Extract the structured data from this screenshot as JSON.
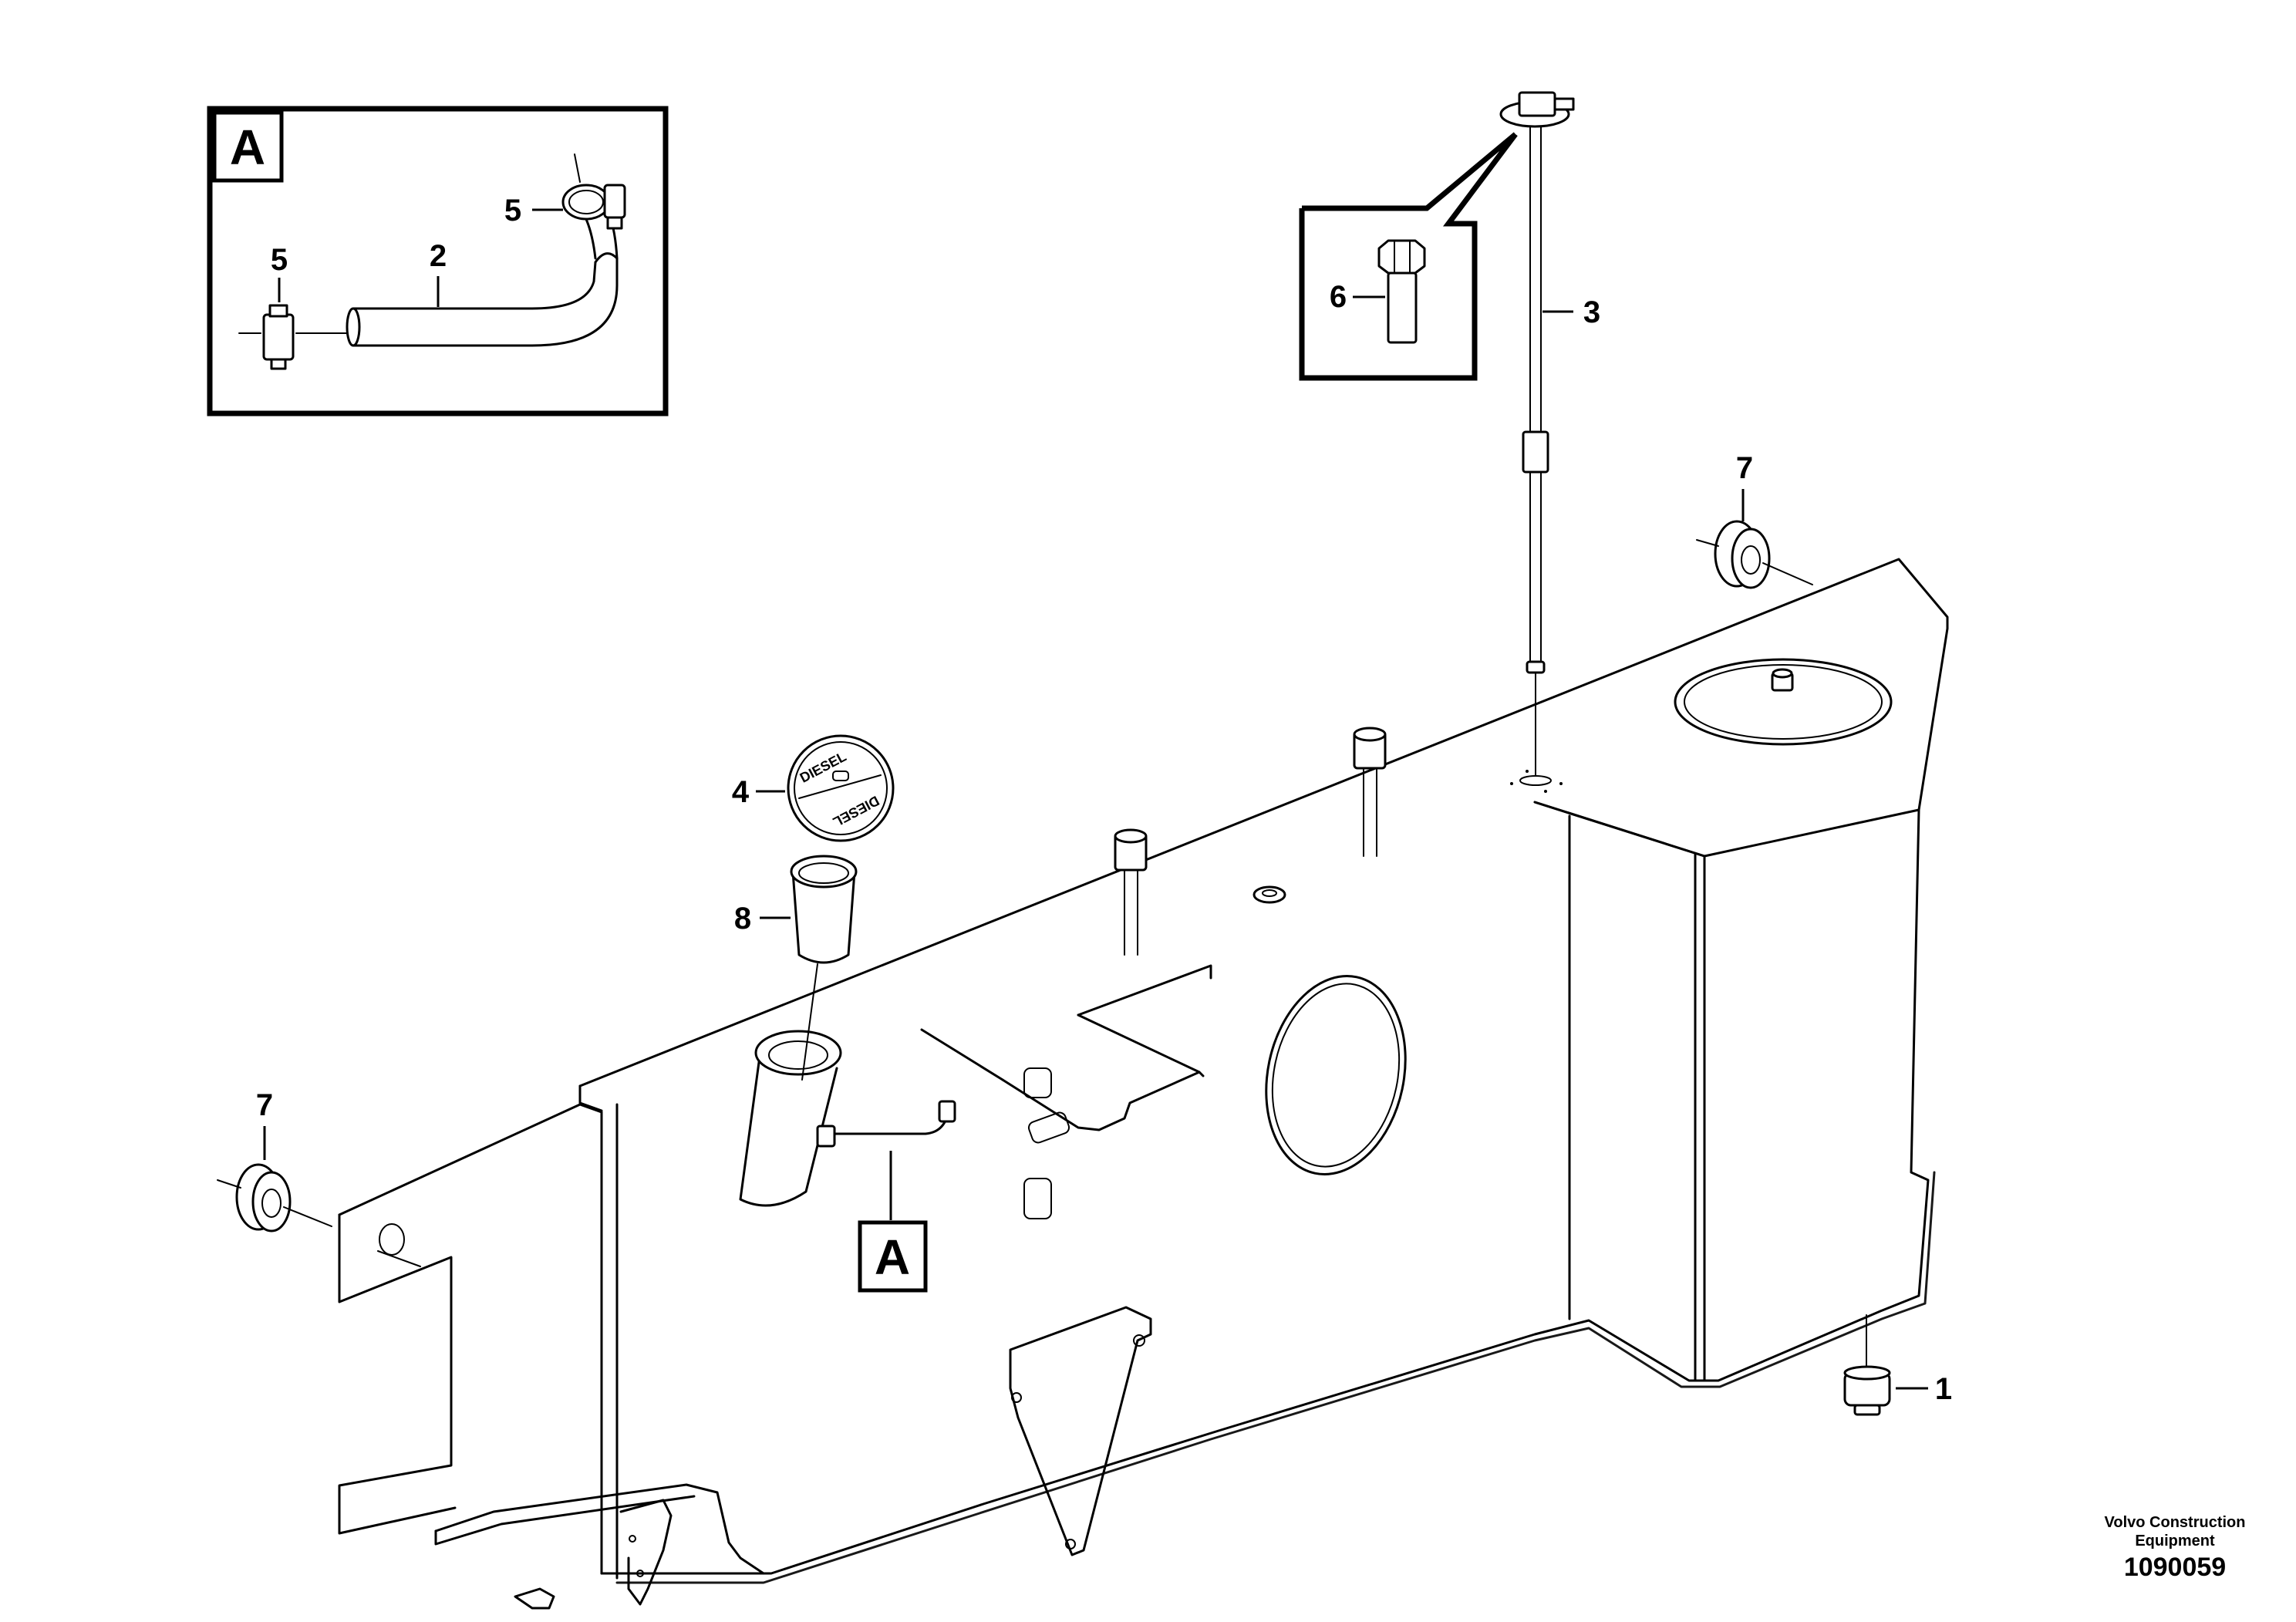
{
  "detail_label": "A",
  "callouts": {
    "c1": "1",
    "c2": "2",
    "c3": "3",
    "c4": "4",
    "c5a": "5",
    "c5b": "5",
    "c6": "6",
    "c7a": "7",
    "c7b": "7",
    "c8": "8"
  },
  "cap_text": {
    "top": "DIESEL",
    "bottom": "DIESEL"
  },
  "publisher": {
    "line1": "Volvo Construction",
    "line2": "Equipment",
    "drawing_number": "1090059"
  }
}
